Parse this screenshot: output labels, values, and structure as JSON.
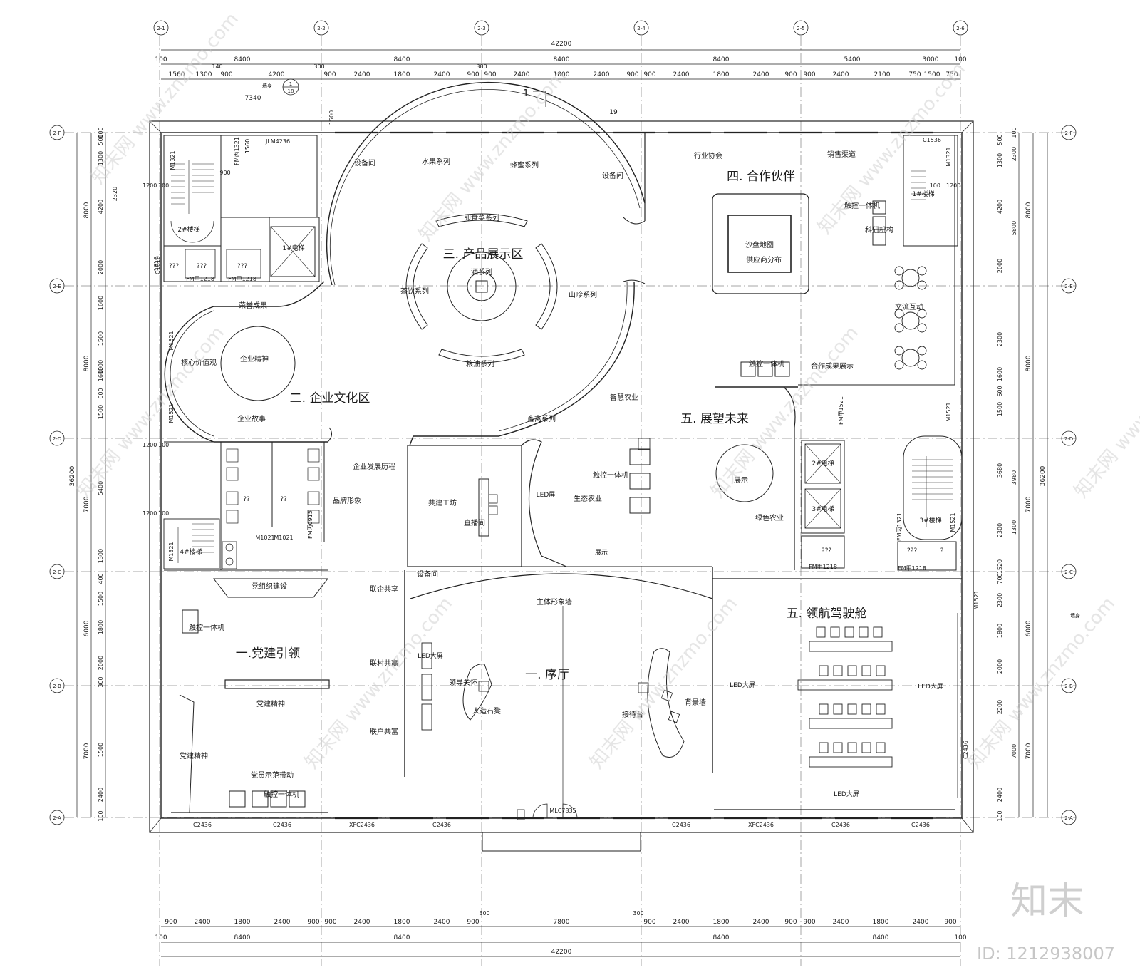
{
  "brand": {
    "logo_text": "知末",
    "id_text": "ID: 1212938007",
    "watermark": "知末网 www.znzmo.com"
  },
  "axes": {
    "top": [
      "2-1",
      "2-2",
      "2-3",
      "2-4",
      "2-5",
      "2-6"
    ],
    "left": [
      "2-F",
      "2-E",
      "2-D",
      "2-C",
      "2-B",
      "2-A"
    ],
    "right": [
      "2-F",
      "2-E",
      "2-D",
      "2-C",
      "2-B",
      "2-A"
    ]
  },
  "dims": {
    "total_width": "42200",
    "total_height": "36200",
    "top_bays": [
      "100",
      "8400",
      "8400",
      "8400",
      "8400",
      "5400",
      "3000",
      "100"
    ],
    "top_detail": [
      "1560",
      "1300",
      "900",
      "4200",
      "900",
      "2400",
      "1800",
      "2400",
      "900",
      "900",
      "2400",
      "1800",
      "2400",
      "900",
      "900",
      "2400",
      "1800",
      "2400",
      "900",
      "900",
      "2400",
      "2100",
      "750",
      "1500",
      "750"
    ],
    "top_extra": [
      "140",
      "300",
      "300",
      "7340",
      "1500",
      "1560",
      "900"
    ],
    "bottom_bays": [
      "100",
      "8400",
      "8400",
      "8400",
      "8400",
      "100"
    ],
    "bottom_detail": [
      "900",
      "2400",
      "1800",
      "2400",
      "900",
      "900",
      "2400",
      "1800",
      "2400",
      "900",
      "300",
      "7800",
      "300",
      "900",
      "2400",
      "1800",
      "2400",
      "900",
      "900",
      "2400",
      "1800",
      "2400",
      "900"
    ],
    "left_outer": [
      "8000",
      "8000",
      "7000",
      "6000",
      "7000"
    ],
    "left_inner": [
      "100",
      "1300",
      "500",
      "4200",
      "2320",
      "2000",
      "1600",
      "1500",
      "1800",
      "1600",
      "600",
      "1500",
      "5400",
      "1300",
      "400",
      "1500",
      "1800",
      "2000",
      "300",
      "1500",
      "2400",
      "100"
    ],
    "left_mid": [
      "1200",
      "100",
      "1200",
      "100",
      "1200",
      "100",
      "1610",
      "1560"
    ],
    "right_outer": [
      "8000",
      "8000",
      "7000",
      "6000",
      "7000"
    ],
    "right_inner": [
      "100",
      "2300",
      "1300",
      "500",
      "4200",
      "5800",
      "2000",
      "2300",
      "1600",
      "600",
      "1500",
      "3680",
      "3980",
      "2300",
      "1300",
      "1520",
      "700",
      "2300",
      "1800",
      "2000",
      "2200",
      "2400",
      "7000",
      "100"
    ],
    "right_mid": [
      "1200",
      "100"
    ]
  },
  "zones": {
    "z1": "一.党建引领",
    "z2": "二. 企业文化区",
    "z3": "三. 产品展示区",
    "z4": "四. 合作伙伴",
    "z5a": "五. 展望未来",
    "z5b": "五. 领航驾驶舱",
    "lobby": "一. 序厅"
  },
  "labels": {
    "equip1": "设备间",
    "fruit": "水果系列",
    "honey": "蜂蜜系列",
    "equip2": "设备间",
    "instant": "即食菜系列",
    "wine": "酒系列",
    "tea": "茶饮系列",
    "mountain": "山珍系列",
    "oil": "粮油系列",
    "livestock": "畜禽系列",
    "smart_agri": "智慧农业",
    "honor": "荣誉成果",
    "core_value": "核心价值观",
    "spirit": "企业精神",
    "story": "企业故事",
    "history": "企业发展历程",
    "brand_image": "品牌形象",
    "industry": "行业协会",
    "sales": "销售渠道",
    "touch1": "触控一体机",
    "research": "科研机构",
    "sand1": "沙盘地图",
    "sand2": "供应商分布",
    "exchange": "交流互动",
    "touch2": "触控一体机",
    "coop_result": "合作成果展示",
    "co_build": "共建工坊",
    "live": "直播间",
    "led1": "LED屏",
    "touch3": "触控一体机",
    "eco": "生态农业",
    "exhibit1": "展示",
    "green": "绿色农业",
    "exhibit2": "展示",
    "party_org": "党组织建设",
    "touch4": "触控一体机",
    "party_spirit1": "党建精神",
    "party_spirit2": "党建精神",
    "member": "党员示范带动",
    "touch5": "触控一体机",
    "equip3": "设备间",
    "share1": "联企共享",
    "share2": "联村共赢",
    "share3": "联户共富",
    "main_wall": "主体形象墙",
    "led2": "LED大屏",
    "leader": "领导关怀",
    "stone": "人造石凳",
    "reception": "接待台",
    "bg_wall": "背景墙",
    "led3": "LED大屏",
    "led4": "LED大屏",
    "led5": "LED大屏",
    "stair1": "1#楼梯",
    "stair2": "2#楼梯",
    "stair3": "3#楼梯",
    "stair4": "4#楼梯",
    "elev1": "1#电梯",
    "elev2": "2#电梯",
    "elev3": "3#电梯",
    "q1": "???",
    "q2": "???",
    "q3": "???",
    "q4": "???",
    "q5": "???",
    "q6": "??",
    "q7": "??",
    "q8": "?",
    "misc19": "19",
    "plan_tag": "1",
    "section1": "1",
    "section2": "18",
    "wall_note": "墙身",
    "wall_note2": "墙身"
  },
  "codes": {
    "m1321a": "M1321",
    "fm_j1321": "FM丙1321",
    "jlm": "JLM4236",
    "c1536": "C1536",
    "m1321b": "M1321",
    "c1610": "C1610",
    "fm1218a": "FM甲1218",
    "fm1218b": "FM甲1218",
    "m1521a": "M1521",
    "m1521b": "M1521",
    "fmj1521": "FM甲1521",
    "m1521c": "M1521",
    "m1021a": "M1021",
    "m1021b": "M1021",
    "fm0915": "FM丙0915",
    "m1321c": "M1321",
    "fm_j1321b": "FM丙1321",
    "m1521d": "M1521",
    "fm1218c": "FM甲1218",
    "fm1218d": "FM甲1218",
    "m1521e": "M1521",
    "c2436a": "C2436",
    "c2436b": "C2436",
    "xfc2436a": "XFC2436",
    "c2436c": "C2436",
    "mlc": "MLC7835",
    "c2436d": "C2436",
    "xfc2436b": "XFC2436",
    "c2436e": "C2436",
    "c2436f": "C2436",
    "c2436g": "C2436"
  }
}
